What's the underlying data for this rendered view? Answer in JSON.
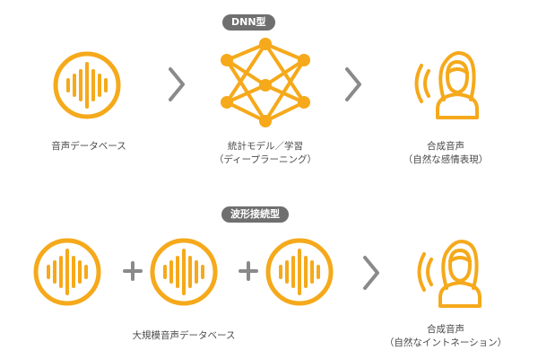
{
  "colors": {
    "accent": "#F5A91B",
    "gray": "#8a8a8a",
    "pill_bg": "#6f6f6f"
  },
  "icons": [
    "sound-wave-icon",
    "neural-network-icon",
    "speaking-person-icon",
    "chevron-right-icon",
    "plus-icon"
  ],
  "dnn": {
    "badge": "DNN型",
    "items": [
      {
        "line1": "音声データベース",
        "line2": ""
      },
      {
        "line1": "統計モデル／学習",
        "line2": "（ディープラーニング）"
      },
      {
        "line1": "合成音声",
        "line2": "（自然な感情表現）"
      }
    ]
  },
  "concat": {
    "badge": "波形接続型",
    "items": [
      {
        "line1": "大規模音声データベース",
        "line2": ""
      },
      {
        "line1": "合成音声",
        "line2": "（自然なイントネーション）"
      }
    ]
  }
}
